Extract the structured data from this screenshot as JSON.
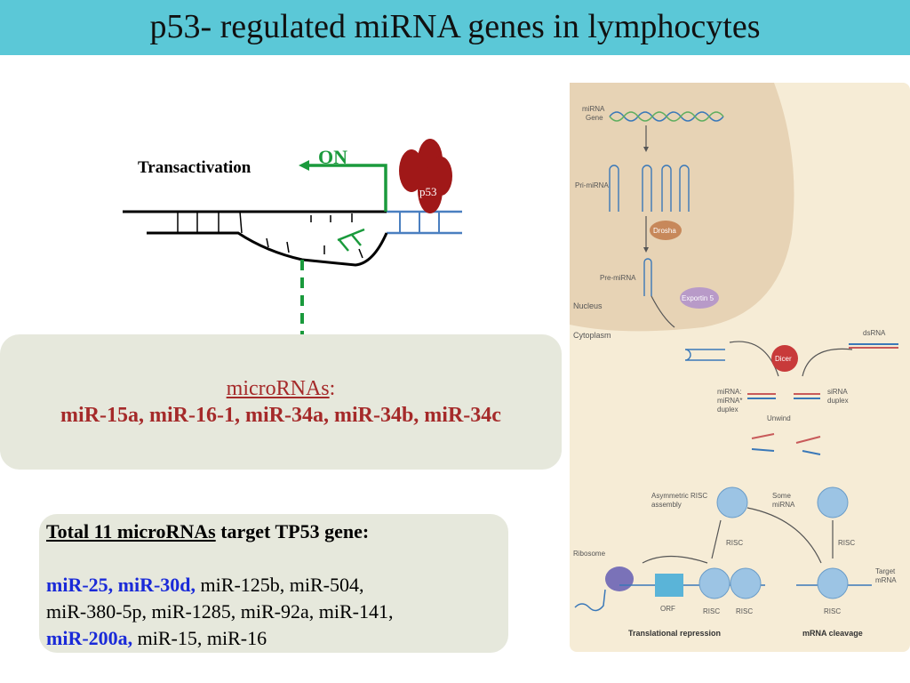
{
  "title": "p53- regulated miRNA genes in lymphocytes",
  "gene_diagram": {
    "transactivation": "Transactivation",
    "on_label": "ON",
    "p53_label": "p53"
  },
  "mirna_box": {
    "heading": "microRNAs",
    "heading_colon": ":",
    "list": "miR-15a, miR-16-1, miR-34a, miR-34b, miR-34c"
  },
  "target_box": {
    "heading_underlined": "Total 11 microRNAs",
    "heading_rest": " target TP53 gene:",
    "line1_highlight": "miR-25, miR-30d,",
    "line1_rest": " miR-125b, miR-504,",
    "line2": "miR-380-5p, miR-1285, miR-92a, miR-141,",
    "line3_highlight": "miR-200a,",
    "line3_rest": " miR-15, miR-16"
  },
  "mechanism": {
    "mirna_gene": "miRNA\nGene",
    "pri_mirna": "Pri-miRNA",
    "drosha": "Drosha",
    "pre_mirna": "Pre-miRNA",
    "exportin": "Exportin 5",
    "nucleus": "Nucleus",
    "cytoplasm": "Cytoplasm",
    "dsrna": "dsRNA",
    "dicer": "Dicer",
    "duplex_mirna": "miRNA:\nmiRNA*\nduplex",
    "sirna_duplex": "siRNA\nduplex",
    "unwind": "Unwind",
    "asym_risc": "Asymmetric RISC\nassembly",
    "some_mirna": "Some\nmiRNA",
    "risc": "RISC",
    "ribosome": "Ribosome",
    "orf": "ORF",
    "target_mrna": "Target\nmRNA",
    "translational_repression": "Translational repression",
    "mrna_cleavage": "mRNA cleavage"
  },
  "colors": {
    "title_bar": "#5bc8d7",
    "arrow_green": "#1a9a3c",
    "p53_red": "#a01818",
    "mirna_text": "#a52a2a",
    "highlight_blue": "#1a2ad8",
    "panel_bg": "#e6e8dc"
  }
}
